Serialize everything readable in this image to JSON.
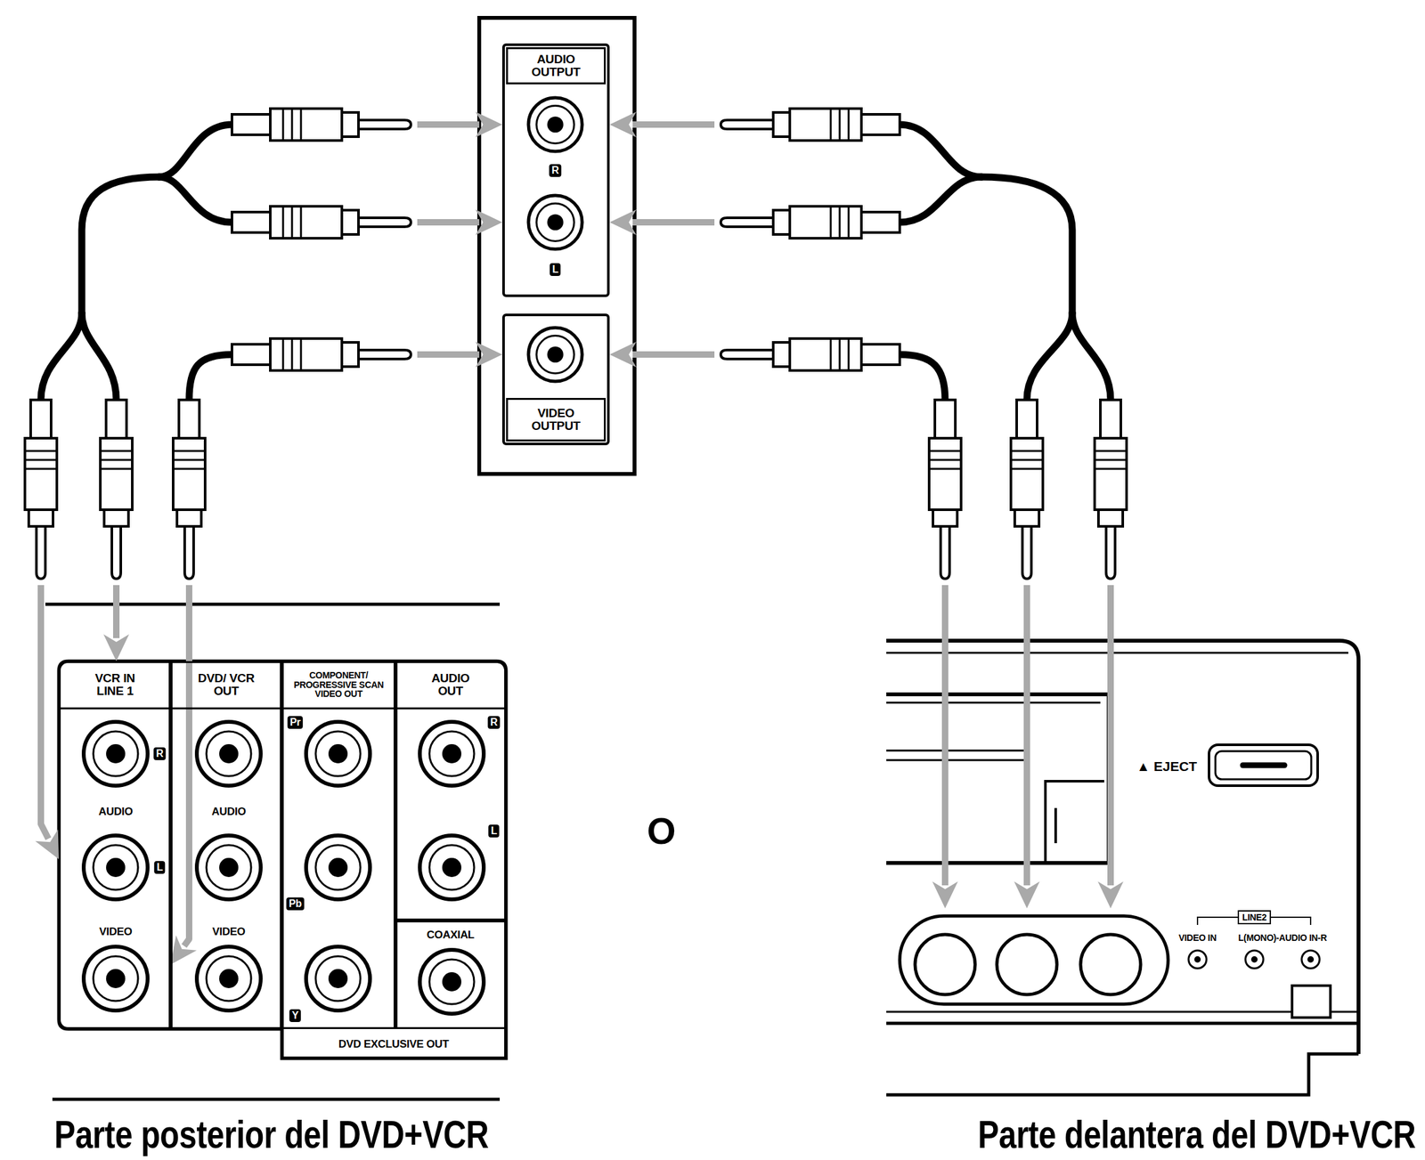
{
  "diagram": {
    "nodes": [
      {
        "text": [
          "AUDIO OUTPUT",
          "R",
          "L"
        ]
      },
      {
        "text": [
          "VIDEO OUTPUT"
        ]
      },
      {
        "text": [
          "VCR IN LINE 1",
          "R",
          "AUDIO",
          "L",
          "VIDEO"
        ]
      },
      {
        "text": [
          "DVD/ VCR OUT",
          "AUDIO",
          "VIDEO"
        ]
      },
      {
        "text": [
          "DVD EXCLUSIVE OUT"
        ]
      },
      {
        "text": [
          "COMPONENT/ PROGRESSIVE SCAN VIDEO OUT",
          "Pr",
          "Pb",
          "Y"
        ],
        "in": 4
      },
      {
        "text": [
          "AUDIO OUT",
          "R",
          "L"
        ],
        "in": 4
      },
      {
        "text": [
          "COAXIAL"
        ],
        "in": 4
      },
      {
        "text": [
          "LINE2",
          "VIDEO IN",
          "L(MONO)-AUDIO IN-R"
        ]
      }
    ],
    "edges": [
      {
        "from": 2,
        "to": 0,
        "arrow": "both"
      },
      {
        "from": 2,
        "to": 1,
        "arrow": "both"
      },
      {
        "from": 8,
        "to": 0,
        "arrow": "both"
      },
      {
        "from": 8,
        "to": 1,
        "arrow": "both"
      }
    ],
    "labels": [
      "O",
      "▲ EJECT",
      "Parte posterior del DVD+VCR",
      "Parte delantera del DVD+VCR"
    ]
  }
}
